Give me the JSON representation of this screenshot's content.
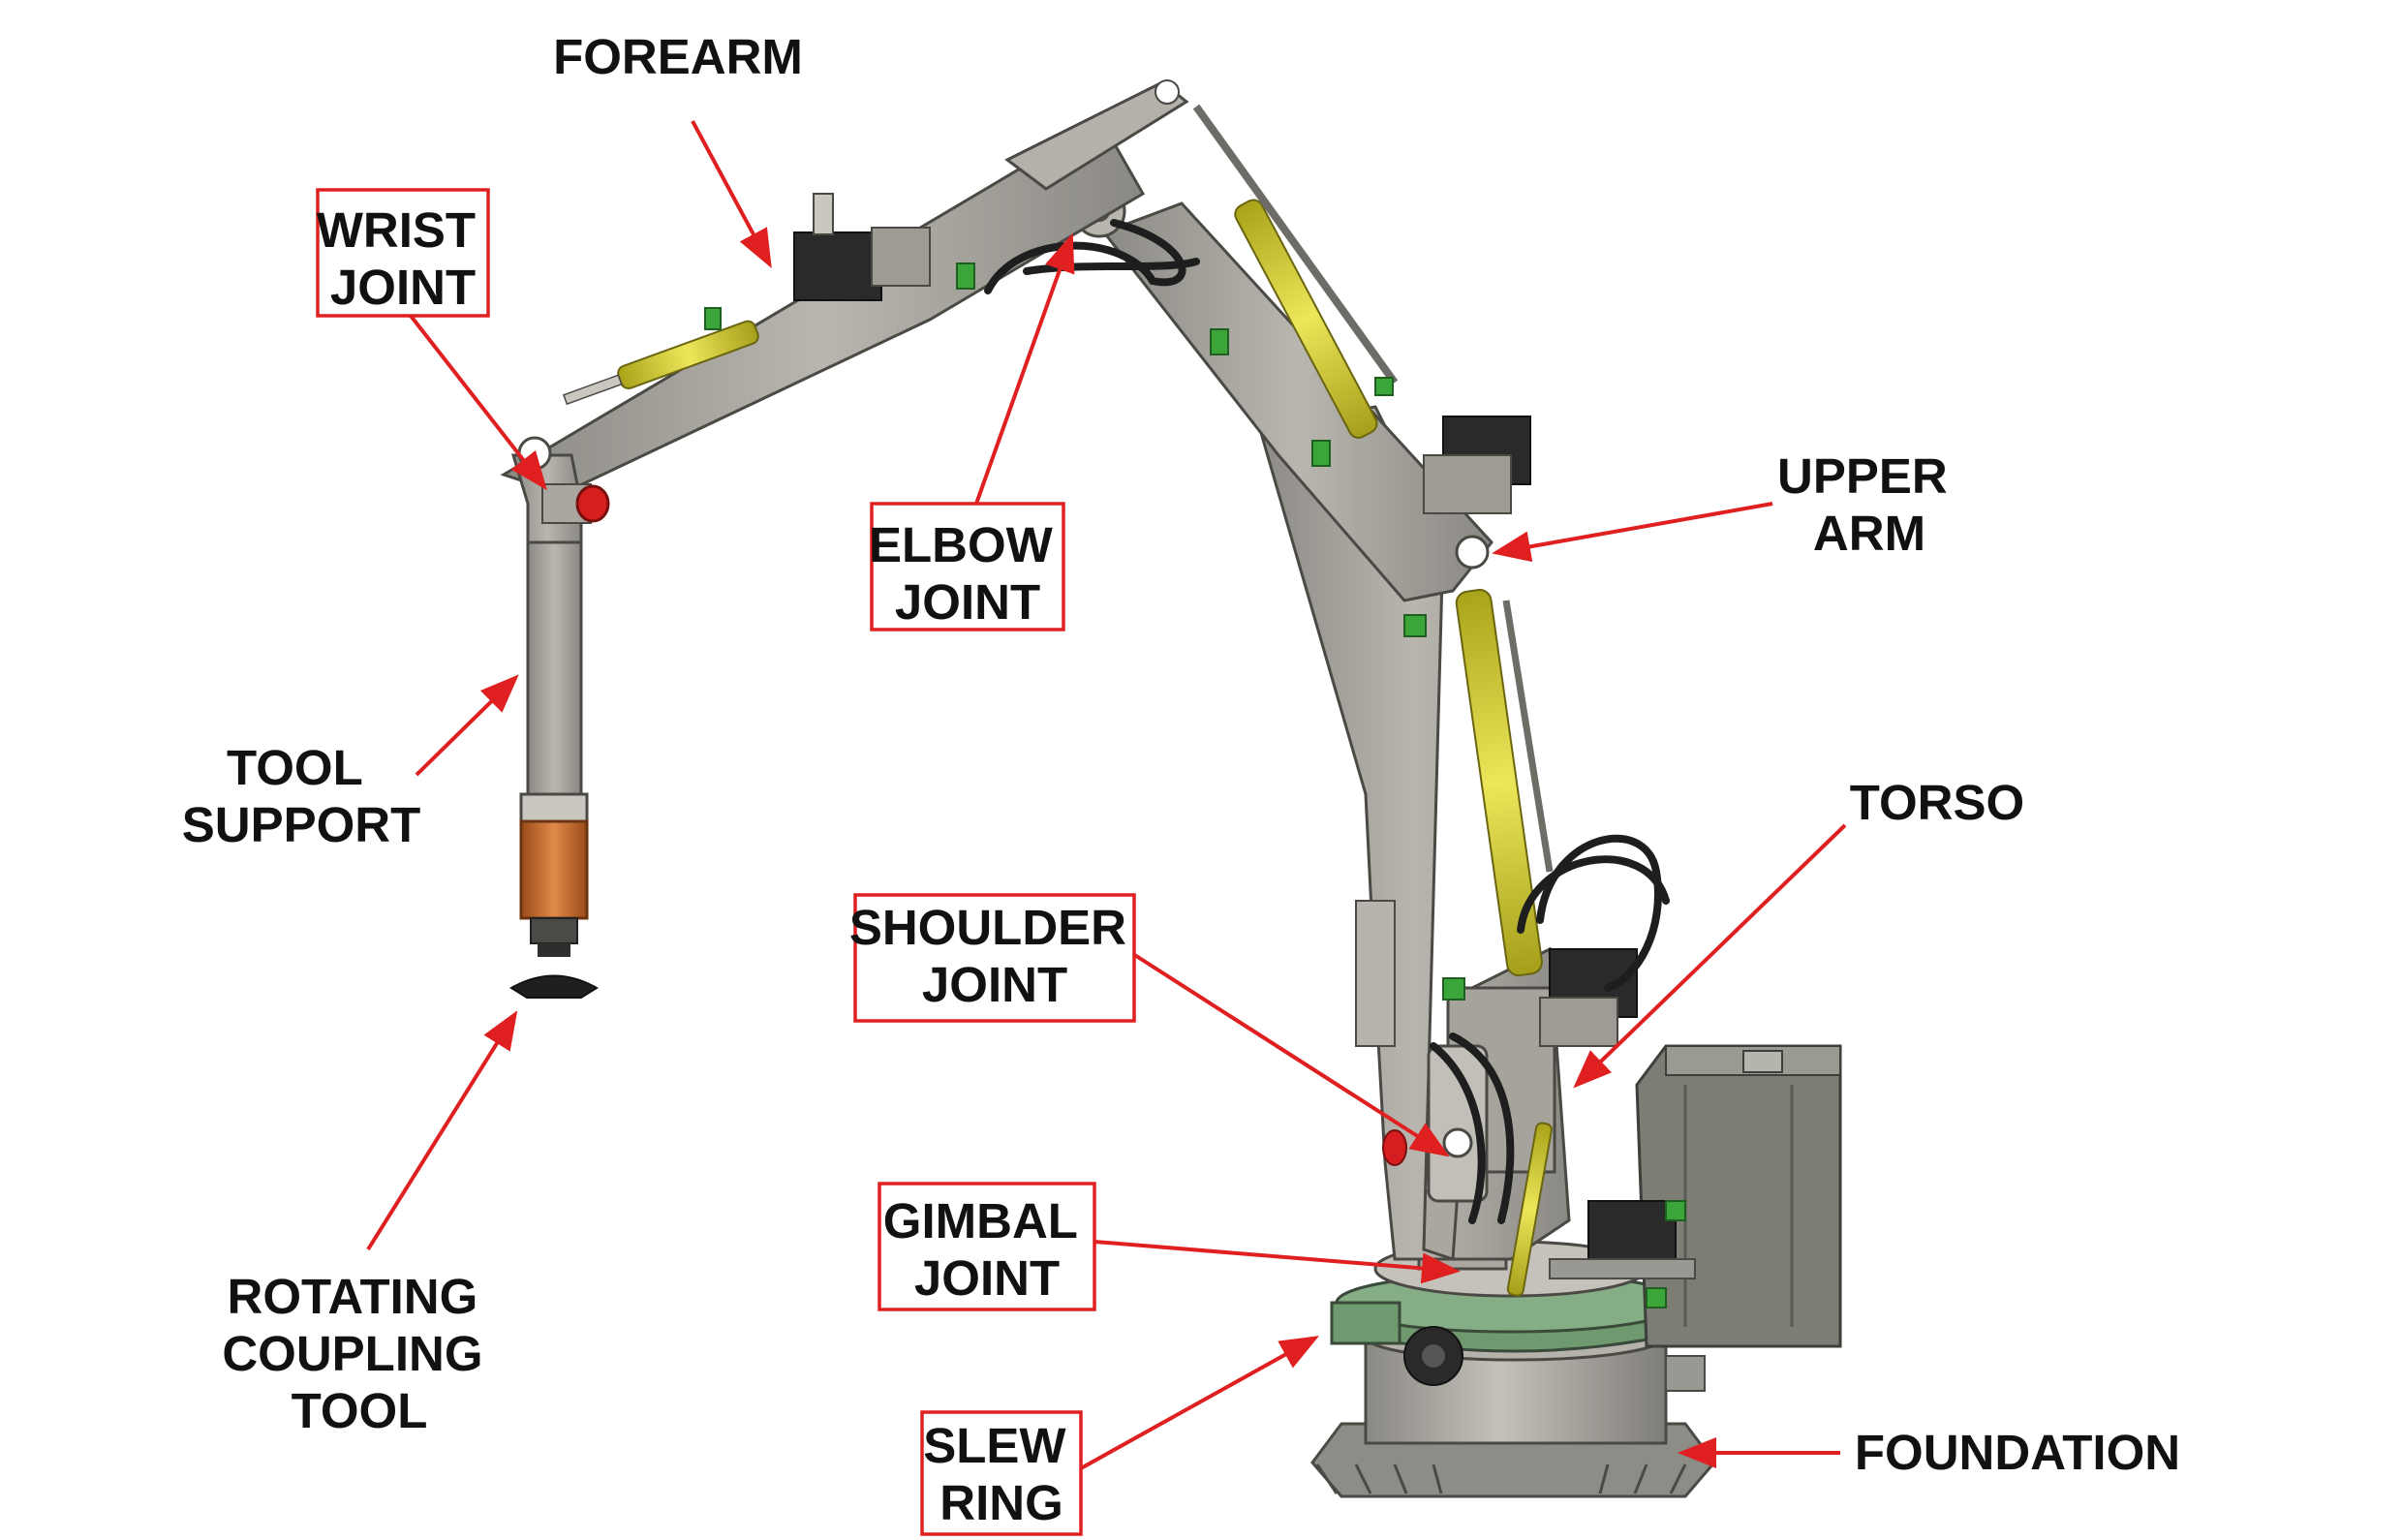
{
  "labels": {
    "forearm": [
      "FOREARM"
    ],
    "wrist_joint": [
      "WRIST",
      "JOINT"
    ],
    "elbow_joint": [
      "ELBOW",
      "JOINT"
    ],
    "upper_arm": [
      "UPPER",
      "ARM"
    ],
    "tool_support": [
      "TOOL",
      "SUPPORT"
    ],
    "torso": [
      "TORSO"
    ],
    "shoulder_joint": [
      "SHOULDER",
      "JOINT"
    ],
    "gimbal_joint": [
      "GIMBAL",
      "JOINT"
    ],
    "rotating_coupling_tool": [
      "ROTATING",
      "COUPLING",
      "TOOL"
    ],
    "slew_ring": [
      "SLEW",
      "RING"
    ],
    "foundation": [
      "FOUNDATION"
    ]
  },
  "colors": {
    "arrow": "#e02020",
    "steel": "#a9a7a0",
    "steel_dark": "#6e6c66",
    "cylinder": "#d8d22a",
    "valve": "#2a2a2a",
    "fitting": "#3aa63a",
    "copper": "#c9682a",
    "slew_green": "#6f9a6f",
    "tank": "#7d7d76",
    "red_part": "#d61e1e"
  }
}
